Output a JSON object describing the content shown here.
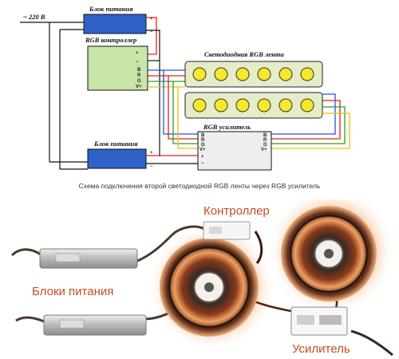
{
  "schematic": {
    "mains_label": "~ 220 В",
    "psu_top_label": "Блок питания",
    "controller_label": "RGB контроллер",
    "strip_label": "Светодиодная RGB лента",
    "amplifier_label": "RGB усилитель",
    "psu_bottom_label": "Блок питания",
    "pin_labels": [
      "B",
      "R",
      "G",
      "V+"
    ],
    "psu_terminals": [
      "+",
      "−"
    ],
    "caption": "Схема подключения второй светодиодной RGB ленты через RGB усилитель",
    "colors": {
      "red": "#e02020",
      "green": "#2aa02a",
      "blue": "#2c4fd8",
      "yellow": "#e8c400",
      "psu_blue": "#2f62c9",
      "controller_green": "#c8e6a8",
      "strip_bg": "#e6ebc8",
      "led": "#f3ea2a"
    }
  },
  "photo": {
    "controller_label": "Контроллер",
    "psu_label": "Блоки питания",
    "amplifier_label": "Усилитель"
  }
}
